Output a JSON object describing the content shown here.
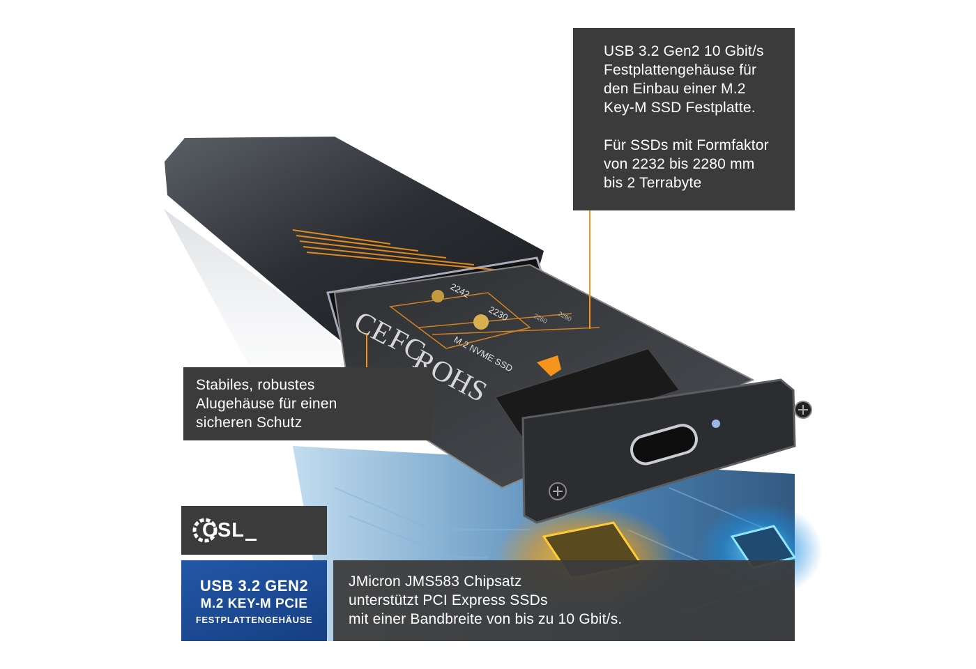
{
  "callouts": {
    "top_right": {
      "paragraph1": [
        "USB 3.2 Gen2 10 Gbit/s",
        "Festplattengehäuse für",
        "den Einbau einer M.2",
        "Key-M SSD Festplatte."
      ],
      "paragraph2": [
        "Für SSDs mit Formfaktor",
        "von 2232 bis 2280 mm",
        "bis 2 Terrabyte"
      ]
    },
    "left": {
      "lines": [
        "Stabiles, robustes",
        "Alugehäuse für einen",
        "sicheren Schutz"
      ]
    },
    "bottom": {
      "lines": [
        "JMicron JMS583 Chipsatz",
        "unterstützt PCI Express SSDs",
        "mit einer Bandbreite von bis zu 10 Gbit/s."
      ]
    }
  },
  "logo": {
    "text": "CSL"
  },
  "badge": {
    "line1": "USB 3.2 GEN2",
    "line2": "M.2 KEY-M PCIE",
    "line3": "FESTPLATTENGEHÄUSE"
  },
  "board_marks": {
    "ce": "CE",
    "fc": "FC",
    "rohs": "ROHS",
    "size_2242": "2242",
    "size_2230": "2230",
    "size_2260": "2260",
    "size_2280": "2280",
    "nvme": "M.2 NVME SSD"
  },
  "colors": {
    "accent": "#f7941d",
    "panel": "#3b3b3b",
    "badge_blue": "#1d4f9c",
    "chip_glow": "#ffb000",
    "chip_glow_blue": "#1aa0ff"
  }
}
